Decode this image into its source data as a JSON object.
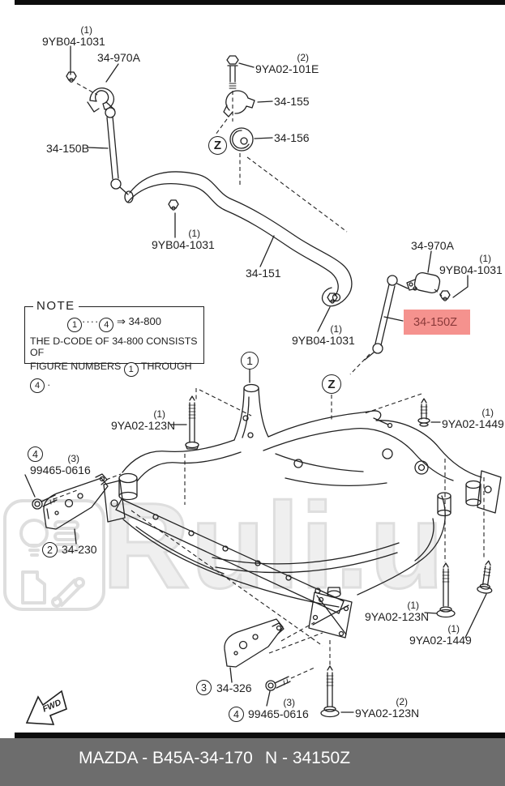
{
  "page": {
    "watermark": "Ruli.u",
    "fwd": "FWD",
    "colors": {
      "highlight_bg": "#f5928e",
      "highlight_text": "#8b3a3a",
      "footer_bg": "#6d6d6d",
      "footer_text": "#ffffff",
      "line": "#1f1f1f",
      "watermark": "#dedede"
    }
  },
  "footer": {
    "left": "MAZDA - B45A-34-170",
    "right": "N - 34150Z"
  },
  "note": {
    "title": "NOTE",
    "dots": "····",
    "arrow": "⇒",
    "result": "34-800",
    "line2": "THE D-CODE OF  34-800  CONSISTS OF",
    "line3_a": "FIGURE NUMBERS",
    "line3_b": "THROUGH",
    "line3_c": "."
  },
  "markers": {
    "n1": "1",
    "n2": "2",
    "n3": "3",
    "n4": "4",
    "z": "Z"
  },
  "labels": [
    {
      "qty": "(1)",
      "text": "9YB04-1031"
    },
    {
      "text": "34-970A"
    },
    {
      "qty": "(2)",
      "text": "9YA02-101E"
    },
    {
      "text": "34-155"
    },
    {
      "text": "34-156"
    },
    {
      "text": "34-150B"
    },
    {
      "qty": "(1)",
      "text": "9YB04-1031"
    },
    {
      "text": "34-151"
    },
    {
      "text": "34-970A"
    },
    {
      "qty": "(1)",
      "text": "9YB04-1031"
    },
    {
      "text": "34-150Z",
      "highlighted": true
    },
    {
      "qty": "(1)",
      "text": "9YB04-1031"
    },
    {
      "qty": "(1)",
      "text": "9YA02-123N"
    },
    {
      "qty": "(1)",
      "text": "9YA02-1449"
    },
    {
      "qty": "(3)",
      "text": "99465-0616"
    },
    {
      "text": "34-230"
    },
    {
      "qty": "(1)",
      "text": "9YA02-123N"
    },
    {
      "qty": "(1)",
      "text": "9YA02-1449"
    },
    {
      "text": "34-326"
    },
    {
      "qty": "(3)",
      "text": "99465-0616"
    },
    {
      "qty": "(2)",
      "text": "9YA02-123N"
    }
  ]
}
